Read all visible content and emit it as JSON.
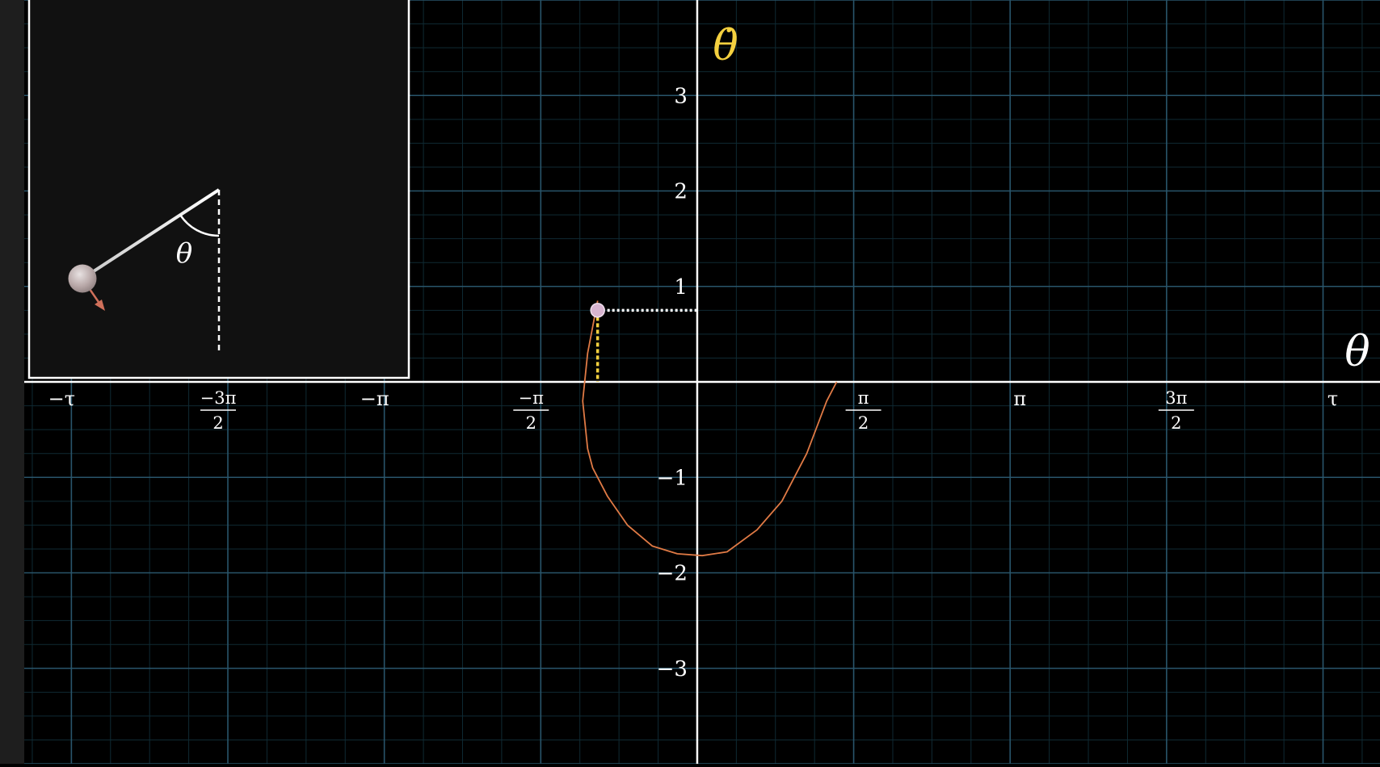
{
  "chart_data": {
    "type": "line",
    "title": "",
    "xlabel": "θ",
    "ylabel": "θ̇",
    "xlim": [
      -7.0,
      6.855
    ],
    "ylim": [
      -4.0,
      4.0
    ],
    "grid": true,
    "x_ticks": [
      {
        "value": -6.2832,
        "label": "−τ"
      },
      {
        "value": -4.7124,
        "num": "−3π",
        "den": "2"
      },
      {
        "value": -3.1416,
        "label": "−π"
      },
      {
        "value": -1.5708,
        "num": "−π",
        "den": "2"
      },
      {
        "value": 1.5708,
        "num": "π",
        "den": "2"
      },
      {
        "value": 3.1416,
        "label": "π"
      },
      {
        "value": 4.7124,
        "num": "3π",
        "den": "2"
      },
      {
        "value": 6.2832,
        "label": "τ"
      }
    ],
    "y_ticks": [
      {
        "value": 3,
        "label": "3"
      },
      {
        "value": 2,
        "label": "2"
      },
      {
        "value": 1,
        "label": "1"
      },
      {
        "value": -1,
        "label": "−1"
      },
      {
        "value": -2,
        "label": "−2"
      },
      {
        "value": -3,
        "label": "−3"
      }
    ],
    "series": [
      {
        "color": "#e07a45",
        "x": [
          -1.0,
          -1.1,
          -1.15,
          -1.1,
          -1.05,
          -0.9,
          -0.7,
          -0.45,
          -0.2,
          0.05,
          0.3,
          0.6,
          0.85,
          1.1,
          1.3,
          1.4
        ],
        "y": [
          0.85,
          0.3,
          -0.2,
          -0.7,
          -0.9,
          -1.2,
          -1.5,
          -1.72,
          -1.8,
          -1.82,
          -1.78,
          -1.55,
          -1.25,
          -0.75,
          -0.2,
          0.0
        ]
      }
    ],
    "current_state": {
      "x": -1.0,
      "y": 0.75,
      "color": "#d8b4d0"
    },
    "projection_colors": {
      "horizontal": "#ffffff",
      "vertical": "#f4d03f"
    },
    "axis_label_colors": {
      "x": "#ffffff",
      "y": "#f4d03f"
    },
    "grid_colors": {
      "major": "#29556b",
      "minor": "#0f2a33",
      "axis": "#ffffff"
    }
  },
  "pendulum": {
    "angle_label": "θ",
    "bob_color": "#c8c0c0",
    "velocity_arrow_color": "#d0705a",
    "panel_background": "#111111",
    "panel_border": "#ffffff"
  }
}
